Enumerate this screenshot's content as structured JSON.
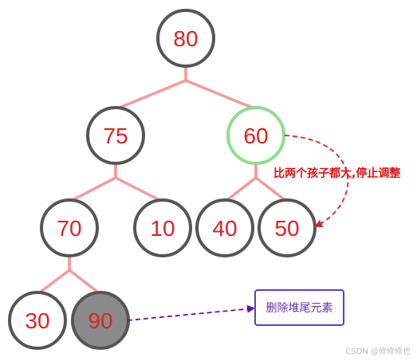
{
  "colors": {
    "edge": "#f59a9a",
    "node_stroke": "#555555",
    "highlight_stroke": "#8fdc8f",
    "removed_fill": "#8a8a8a",
    "label": "#dd2222",
    "arrow_red": "#dd2222",
    "arrow_purple": "#6611aa",
    "box_stroke": "#5b3fc4"
  },
  "nodes": [
    {
      "id": "n80",
      "label": "80"
    },
    {
      "id": "n75",
      "label": "75"
    },
    {
      "id": "n60",
      "label": "60",
      "state": "highlight"
    },
    {
      "id": "n70",
      "label": "70"
    },
    {
      "id": "n10",
      "label": "10"
    },
    {
      "id": "n40",
      "label": "40"
    },
    {
      "id": "n50",
      "label": "50"
    },
    {
      "id": "n30",
      "label": "30"
    },
    {
      "id": "n90",
      "label": "90",
      "state": "removed"
    }
  ],
  "edges": [
    [
      "n80",
      "n75"
    ],
    [
      "n80",
      "n60"
    ],
    [
      "n75",
      "n70"
    ],
    [
      "n75",
      "n10"
    ],
    [
      "n60",
      "n40"
    ],
    [
      "n60",
      "n50"
    ],
    [
      "n70",
      "n30"
    ],
    [
      "n70",
      "n90"
    ]
  ],
  "annotations": {
    "stop_note": "比两个孩子都大,停止调整",
    "delete_box": "删除堆尾元素"
  },
  "watermark": "CSDN @修修修也"
}
